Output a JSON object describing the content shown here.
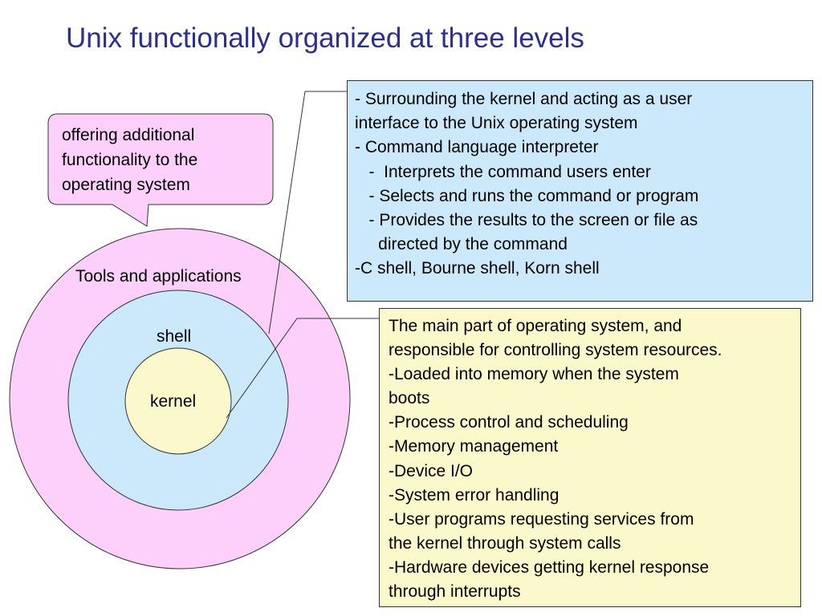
{
  "title": "Unix functionally organized at three levels",
  "colors": {
    "title": "#2b2f8f",
    "tools_ring": "#fdd0fb",
    "shell_ring": "#cce8fb",
    "kernel_core": "#fbf8cb",
    "callout": "#fdd0fb"
  },
  "callout": {
    "lines": [
      "offering additional",
      "functionality to the",
      "operating system"
    ]
  },
  "layers": {
    "tools": "Tools and applications",
    "shell": "shell",
    "kernel": "kernel"
  },
  "shell_box": {
    "lines": [
      "- Surrounding the kernel and acting as a user",
      "interface to the Unix operating system",
      "- Command language interpreter",
      "   -  Interprets the command users enter",
      "   - Selects and runs the command or program",
      "   - Provides the results to the screen or file as",
      "     directed by the command",
      "-C shell, Bourne shell, Korn shell"
    ]
  },
  "kernel_box": {
    "lines": [
      "The main part of operating system, and",
      "responsible for controlling system resources.",
      "-Loaded into memory when the system",
      "boots",
      "-Process control and scheduling",
      "-Memory management",
      "-Device I/O",
      "-System error handling",
      "-User programs requesting services from",
      "the kernel through system calls",
      "-Hardware devices getting kernel response",
      "through interrupts"
    ]
  }
}
